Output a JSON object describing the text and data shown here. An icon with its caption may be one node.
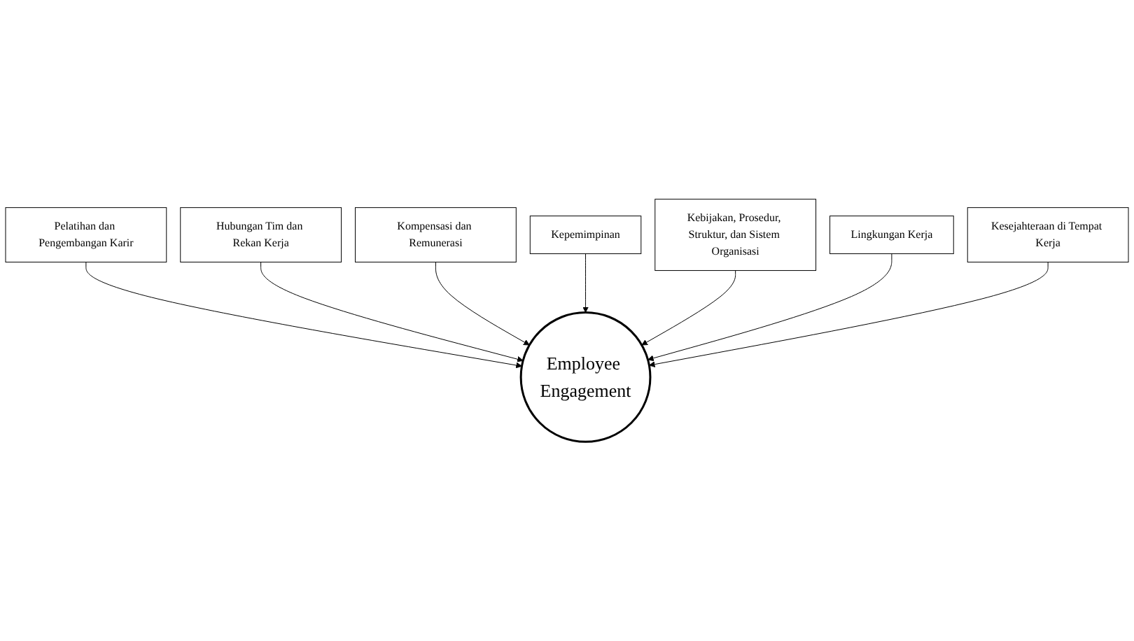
{
  "diagram": {
    "nodes": [
      {
        "text": [
          "Pelatihan dan Pengembangan Karir"
        ]
      },
      {
        "text": [
          "Hubungan Tim dan Rekan Kerja"
        ]
      },
      {
        "text": [
          "Kompensasi dan Remunerasi"
        ]
      },
      {
        "text": [
          "Kepemimpinan"
        ]
      },
      {
        "text": [
          "Kebijakan, Prosedur, Struktur, dan Sistem Organisasi"
        ]
      },
      {
        "text": [
          "Lingkungan Kerja"
        ]
      },
      {
        "text": [
          "Employee Engagement"
        ]
      },
      {
        "text": [
          "Kesejahteraan di Tempat Kerja"
        ]
      }
    ],
    "edges": [
      {
        "from": 0,
        "to": 6,
        "arrow": "to"
      },
      {
        "from": 1,
        "to": 6,
        "arrow": "to"
      },
      {
        "from": 2,
        "to": 6,
        "arrow": "to"
      },
      {
        "from": 3,
        "to": 6,
        "arrow": "to"
      },
      {
        "from": 4,
        "to": 6,
        "arrow": "to"
      },
      {
        "from": 5,
        "to": 6,
        "arrow": "to"
      },
      {
        "from": 7,
        "to": 6,
        "arrow": "to"
      }
    ]
  }
}
